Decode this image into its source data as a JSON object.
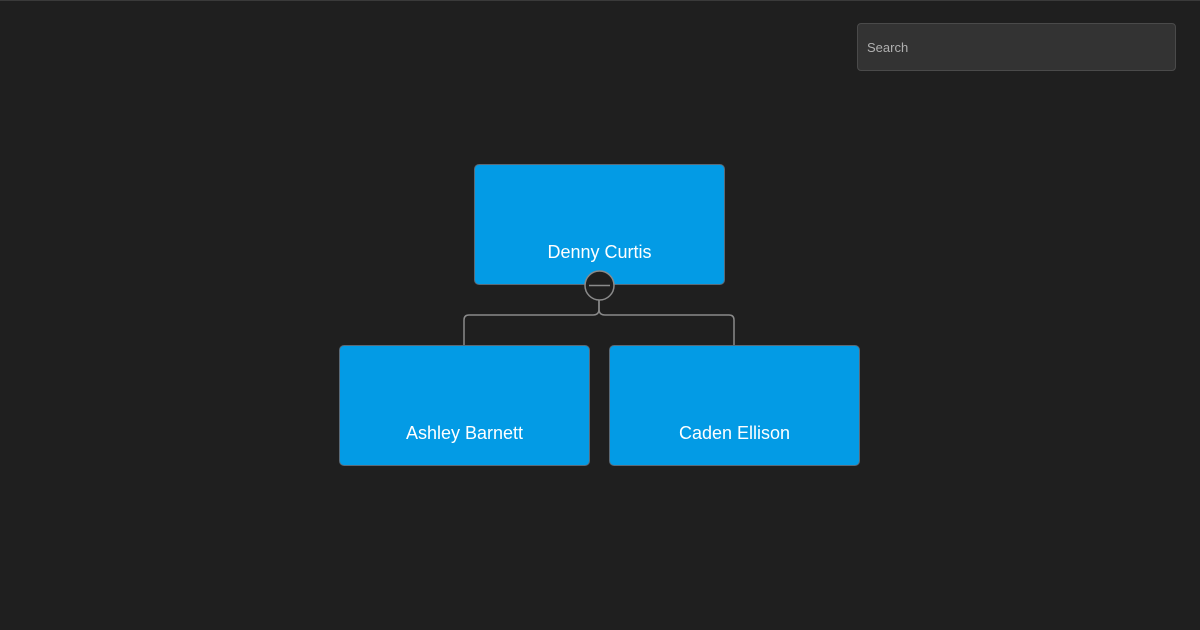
{
  "search": {
    "placeholder": "Search",
    "value": ""
  },
  "org_chart": {
    "root": {
      "name": "Denny Curtis",
      "collapse_button": "minus-icon",
      "children": [
        {
          "name": "Ashley Barnett"
        },
        {
          "name": "Caden Ellison"
        }
      ]
    }
  },
  "colors": {
    "background": "#1f1f1f",
    "node_fill": "#039be5",
    "node_text": "#ffffff",
    "link": "#8a8a8a",
    "search_bg": "#333333"
  }
}
